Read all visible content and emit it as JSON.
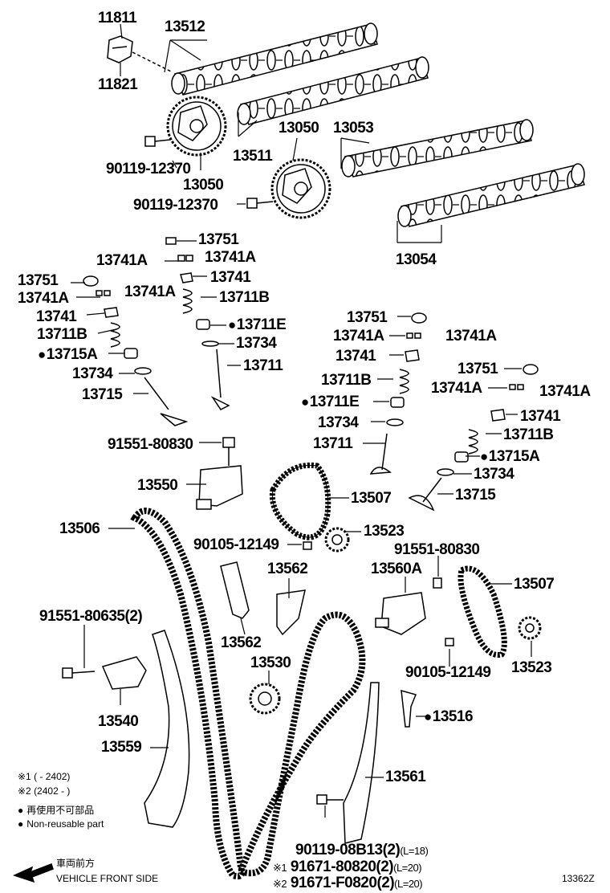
{
  "labels": {
    "p11811": "11811",
    "p11821": "11821",
    "p13512": "13512",
    "p13511": "13511",
    "p13050a": "13050",
    "p13050b": "13050",
    "p13053": "13053",
    "p13054": "13054",
    "p90119a": "90119-12370",
    "p90119b": "90119-12370",
    "p13751a": "13751",
    "p13741Aa": "13741A",
    "p13741Ab": "13741A",
    "p13751b": "13751",
    "p13741b": "13741",
    "p13741Ac": "13741A",
    "p13741Ad": "13741A",
    "p13711Ba": "13711B",
    "p13741c": "13741",
    "p13711Ea": "13711E",
    "p13711Bb": "13711B",
    "p13734a": "13734",
    "p13715Aa": "13715A",
    "p13711a": "13711",
    "p13734b": "13734",
    "p13715a": "13715",
    "p13751c": "13751",
    "p13741Ae": "13741A",
    "p13741Af": "13741A",
    "p13741d": "13741",
    "p13711Bc": "13711B",
    "p13711Eb": "13711E",
    "p13734c": "13734",
    "p13711b": "13711",
    "p13751d": "13751",
    "p13741Ag": "13741A",
    "p13741Ah": "13741A",
    "p13741e": "13741",
    "p13711Bd": "13711B",
    "p13715Ab": "13715A",
    "p13734d": "13734",
    "p13715b": "13715",
    "p91551a": "91551-80830",
    "p13550": "13550",
    "p13507a": "13507",
    "p13506": "13506",
    "p90105a": "90105-12149",
    "p13523a": "13523",
    "p91551b": "91551-80830",
    "p13562a": "13562",
    "p13560A": "13560A",
    "p13507b": "13507",
    "p91551c": "91551-80635(2)",
    "p13562b": "13562",
    "p13530": "13530",
    "p90105b": "90105-12149",
    "p13523b": "13523",
    "p13540": "13540",
    "p13516": "13516",
    "p13559": "13559",
    "p13561": "13561",
    "p90119c": "90119-08B13(2)",
    "p90119c_sub": "(L=18)",
    "p91671a": "91671-80820(2)",
    "p91671a_sub": "(L=20)",
    "p91671b": "91671-F0820(2)",
    "p91671b_sub": "(L=20)"
  },
  "notes": {
    "period1": "※1 (      - 2402)",
    "period2": "※2 (2402 -      )",
    "nonreuse_jp": "再使用不可部品",
    "nonreuse_en": "Non-reusable part",
    "mark1": "※1",
    "mark2": "※2",
    "front_jp": "車両前方",
    "front_en": "VEHICLE FRONT SIDE",
    "figure_id": "13362Z"
  },
  "colors": {
    "ink": "#000000",
    "paper": "#ffffff"
  }
}
